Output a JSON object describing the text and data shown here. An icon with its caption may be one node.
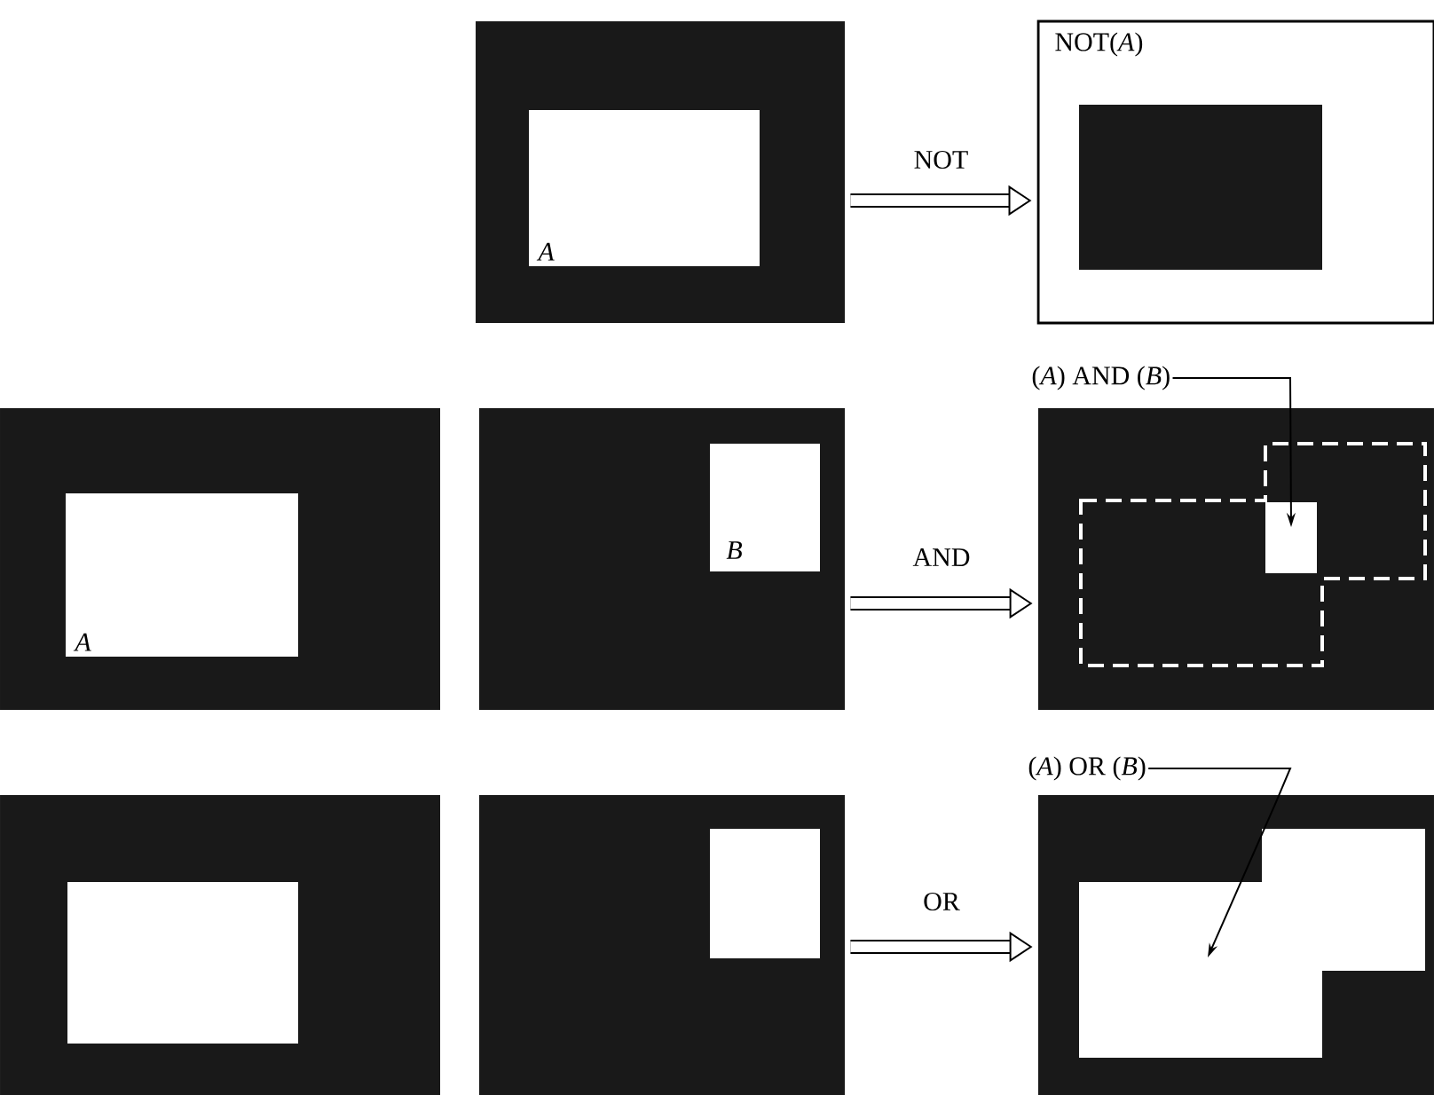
{
  "diagram": {
    "nodes": [
      {
        "text": [],
        "shape": "box"
      },
      {
        "text": [
          "A"
        ],
        "in": 0
      },
      {
        "text": [
          "NOT(*A*)"
        ]
      },
      {
        "text": [],
        "shape": "box",
        "in": 2
      },
      {
        "text": [],
        "shape": "box"
      },
      {
        "text": [
          "A"
        ],
        "in": 4
      },
      {
        "text": [],
        "shape": "box"
      },
      {
        "text": [
          "B"
        ],
        "in": 6
      },
      {
        "text": [
          "(*A*) AND (*B*)"
        ]
      },
      {
        "text": [],
        "shape": "box"
      },
      {
        "text": [],
        "shape": "box",
        "in": 9
      },
      {
        "text": [],
        "shape": "box"
      },
      {
        "text": [],
        "shape": "box",
        "in": 11
      },
      {
        "text": [],
        "shape": "box"
      },
      {
        "text": [],
        "shape": "box",
        "in": 13
      },
      {
        "text": [
          "(*A*) OR (*B*)"
        ]
      },
      {
        "text": [],
        "shape": "box"
      },
      {
        "text": [],
        "shape": "box",
        "in": 16
      }
    ],
    "edges": [
      {
        "from": 0,
        "to": 2,
        "arrow": "to",
        "label": "NOT"
      },
      {
        "from": 8,
        "to": 10,
        "arrow": "to"
      },
      {
        "from": 6,
        "to": 9,
        "arrow": "to",
        "label": "AND"
      },
      {
        "from": 15,
        "to": 17,
        "arrow": "to"
      },
      {
        "from": 13,
        "to": 16,
        "arrow": "to",
        "label": "OR"
      }
    ]
  }
}
